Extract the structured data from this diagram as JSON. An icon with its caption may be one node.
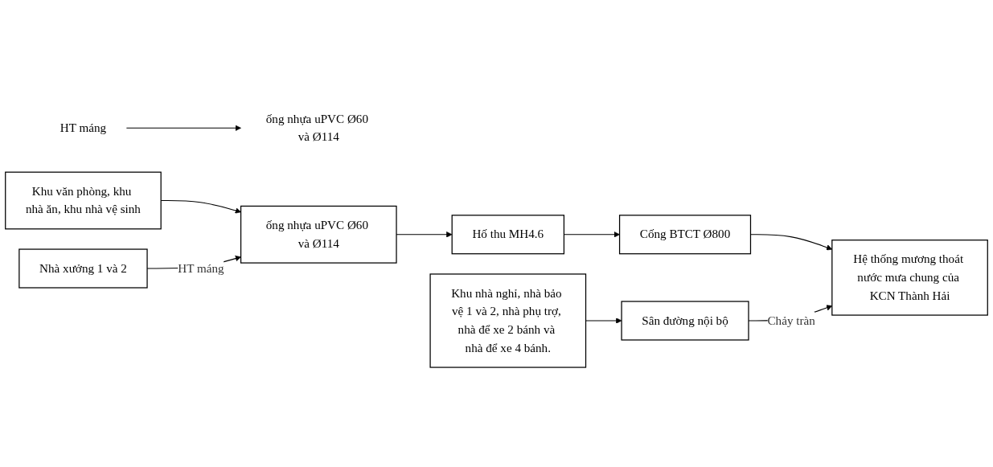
{
  "diagram": {
    "nodes": [
      {
        "text": [
          "Khu văn phòng, khu nhà ăn, khu nhà vệ sinh"
        ]
      },
      {
        "text": [
          "Nhà xưởng 1 và 2"
        ]
      },
      {
        "text": [
          "Khu nhà nghỉ, nhà bảo vệ 1 và 2, nhà phụ trợ, nhà để xe 2 bánh và nhà để xe 4 bánh."
        ]
      },
      {
        "text": [
          "HT máng"
        ]
      },
      {
        "text": [
          "ống nhựa uPVC Ø60 và Ø114"
        ]
      },
      {
        "text": [
          "ống nhựa uPVC Ø60 và Ø114"
        ]
      },
      {
        "text": [
          "Sân đường nội bộ"
        ]
      },
      {
        "text": [
          "Hố thu MH4.6"
        ]
      },
      {
        "text": [
          "Cống BTCT Ø800"
        ]
      },
      {
        "text": [
          "Hệ thống mương thoát nước mưa chung của KCN Thành Hải"
        ]
      }
    ],
    "edges": [
      {
        "from": 0,
        "to": 5,
        "arrow": "to"
      },
      {
        "from": 1,
        "to": 5,
        "arrow": "to",
        "label": "HT máng"
      },
      {
        "from": 5,
        "to": 7,
        "arrow": "to"
      },
      {
        "from": 7,
        "to": 8,
        "arrow": "to"
      },
      {
        "from": 8,
        "to": 9,
        "arrow": "to"
      },
      {
        "from": 3,
        "to": 4,
        "arrow": "to"
      },
      {
        "from": 2,
        "to": 6,
        "arrow": "to"
      },
      {
        "from": 6,
        "to": 9,
        "arrow": "to",
        "label": "Chảy tràn"
      }
    ]
  }
}
